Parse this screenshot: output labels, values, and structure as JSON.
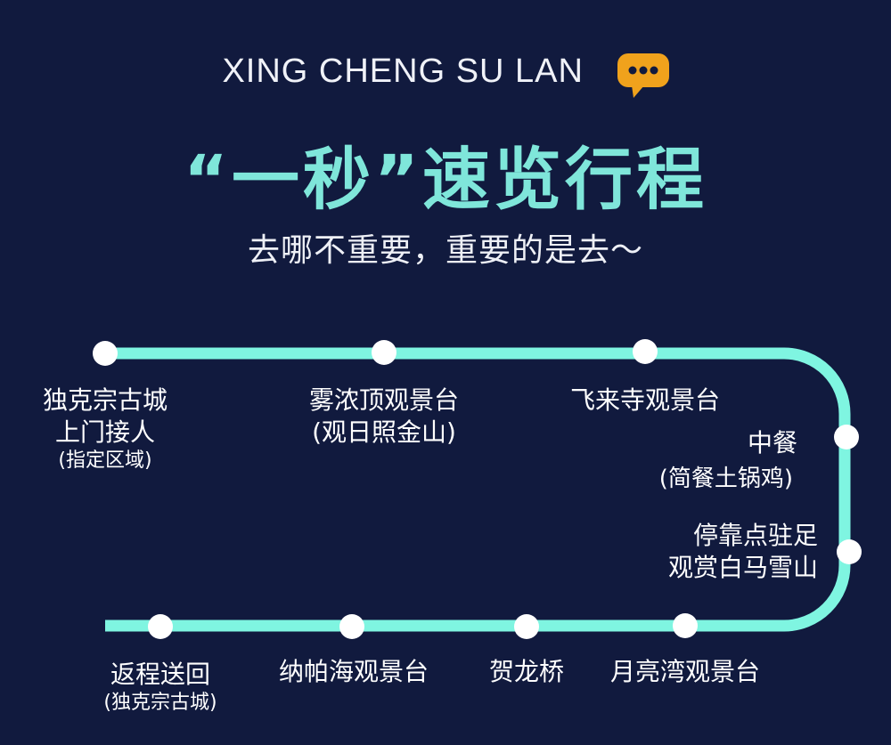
{
  "header": {
    "subtitle_en": "XING CHENG SU LAN",
    "icon": "chat-bubble-icon",
    "title": "“一秒”速览行程",
    "slogan": "去哪不重要，重要的是去～"
  },
  "colors": {
    "background": "#111a3e",
    "track": "#7ff5e1",
    "title": "#7fe6da",
    "bubble": "#f0a21c"
  },
  "stops": [
    {
      "line1": "独克宗古城",
      "line2": "上门接人",
      "note": "(指定区域)"
    },
    {
      "line1": "雾浓顶观景台",
      "note": "(观日照金山)"
    },
    {
      "line1": "飞来寺观景台"
    },
    {
      "line1": "中餐",
      "note": "(简餐土锅鸡)"
    },
    {
      "line1": "停靠点驻足",
      "line2": "观赏白马雪山"
    },
    {
      "line1": "月亮湾观景台"
    },
    {
      "line1": "贺龙桥"
    },
    {
      "line1": "纳帕海观景台"
    },
    {
      "line1": "返程送回",
      "note": "(独克宗古城)"
    }
  ]
}
